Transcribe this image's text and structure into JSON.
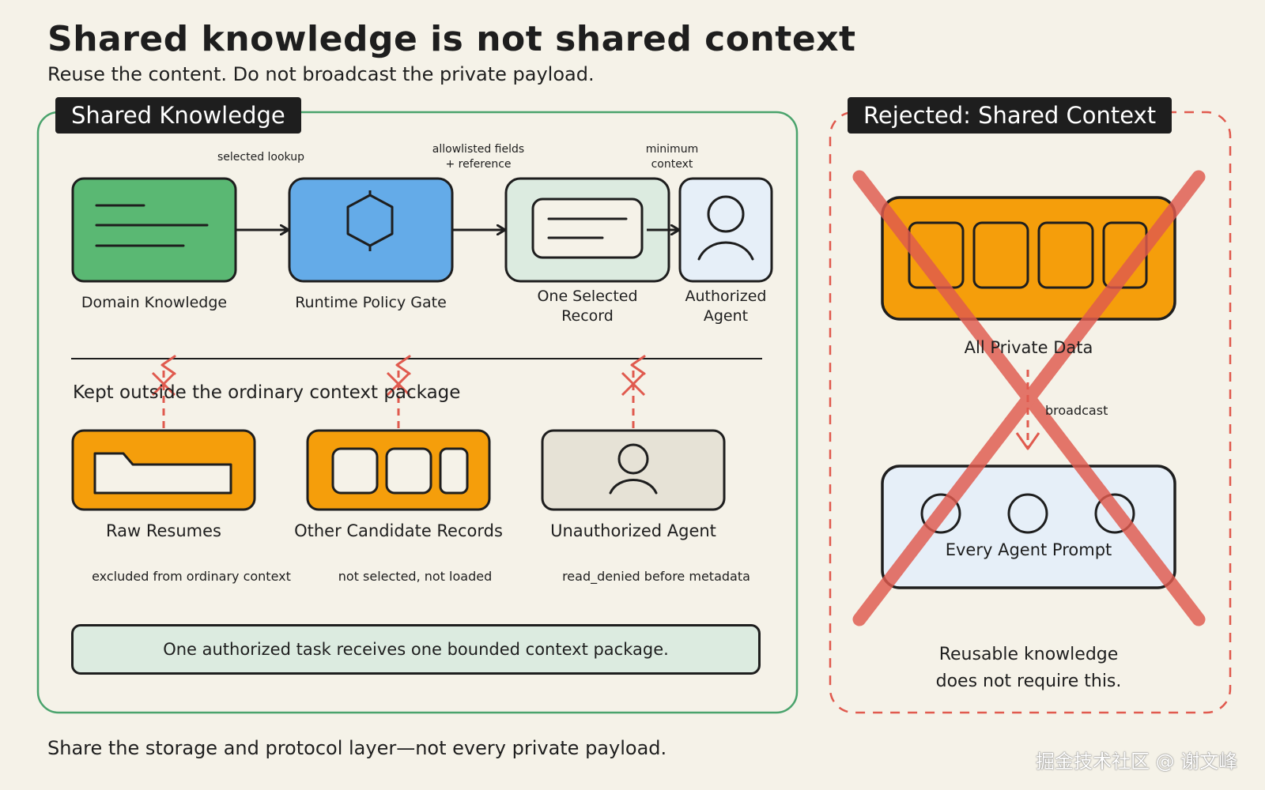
{
  "title": "Shared knowledge is not shared context",
  "subtitle": "Reuse the content. Do not broadcast the private payload.",
  "footer": "Share the storage and protocol layer—not every private payload.",
  "watermark": "掘金技术社区 @ 谢文峰",
  "left_panel": {
    "label": "Shared Knowledge",
    "flow": {
      "nodes": [
        {
          "name": "Domain Knowledge",
          "icon": "document-lines-icon",
          "color": "#5ab873"
        },
        {
          "name": "Runtime Policy Gate",
          "icon": "shield-icon",
          "color": "#64abe8"
        },
        {
          "name": "One Selected\nRecord",
          "icon": "record-card-icon",
          "color": "#dcebe0"
        },
        {
          "name": "Authorized\nAgent",
          "icon": "user-icon",
          "color": "#e6eff8"
        }
      ],
      "edge_labels": [
        "selected lookup",
        "allowlisted fields\n+ reference",
        "minimum\ncontext"
      ]
    },
    "excluded_heading": "Kept outside the ordinary context package",
    "excluded": [
      {
        "name": "Raw Resumes",
        "icon": "folder-icon",
        "note": "excluded from ordinary context",
        "color": "#f59e0b"
      },
      {
        "name": "Other Candidate Records",
        "icon": "records-icon",
        "note": "not selected, not loaded",
        "color": "#f59e0b"
      },
      {
        "name": "Unauthorized Agent",
        "icon": "user-icon",
        "note": "read_denied before metadata",
        "color": "#e6e2d6"
      }
    ],
    "banner": "One authorized task receives one bounded context package."
  },
  "right_panel": {
    "label": "Rejected: Shared Context",
    "top_node": "All Private Data",
    "edge_label": "broadcast",
    "bottom_node": "Every Agent Prompt",
    "note": "Reusable knowledge\ndoes not require this."
  },
  "colors": {
    "background": "#f5f2e8",
    "left_border": "#4aa36c",
    "right_border": "#e05a4e",
    "reject_cross": "#e05a4e",
    "orange": "#f59e0b"
  }
}
